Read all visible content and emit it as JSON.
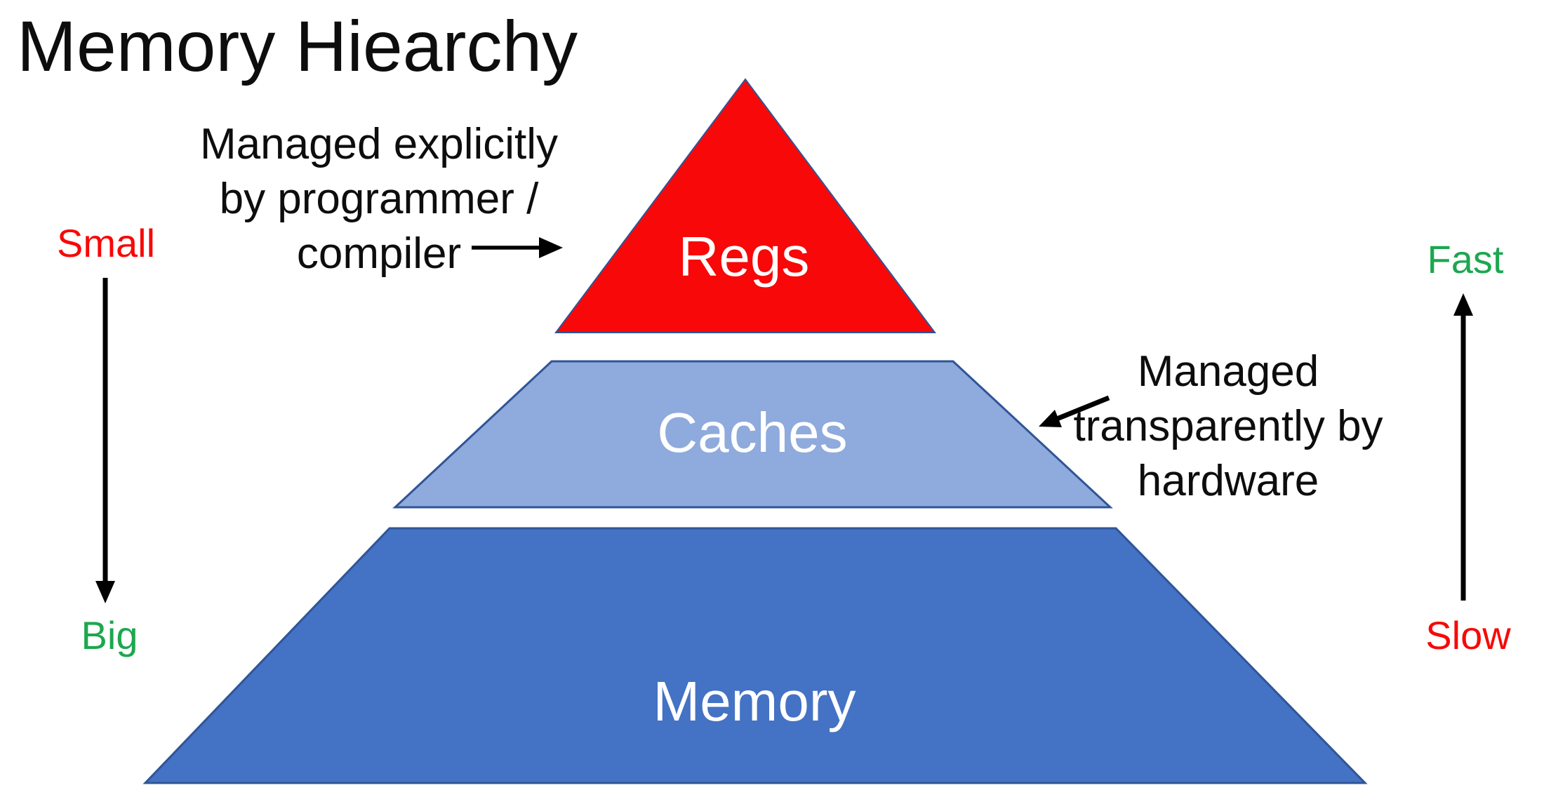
{
  "title": "Memory Hiearchy",
  "pyramid": {
    "levels": [
      {
        "label": "Regs",
        "fill": "#F80808"
      },
      {
        "label": "Caches",
        "fill": "#8FAADC"
      },
      {
        "label": "Memory",
        "fill": "#4472C4"
      }
    ]
  },
  "annotations": {
    "programmer_note": {
      "lines": [
        "Managed explicitly",
        "by programmer /",
        "compiler"
      ]
    },
    "hardware_note": {
      "lines": [
        "Managed",
        "transparently by",
        "hardware"
      ]
    },
    "size_axis": {
      "top": "Small",
      "bottom": "Big"
    },
    "speed_axis": {
      "top": "Fast",
      "bottom": "Slow"
    }
  },
  "colors": {
    "red_text": "#F80808",
    "green_text": "#1DA750",
    "shape_border": "#2F5597",
    "arrow": "#000000"
  }
}
